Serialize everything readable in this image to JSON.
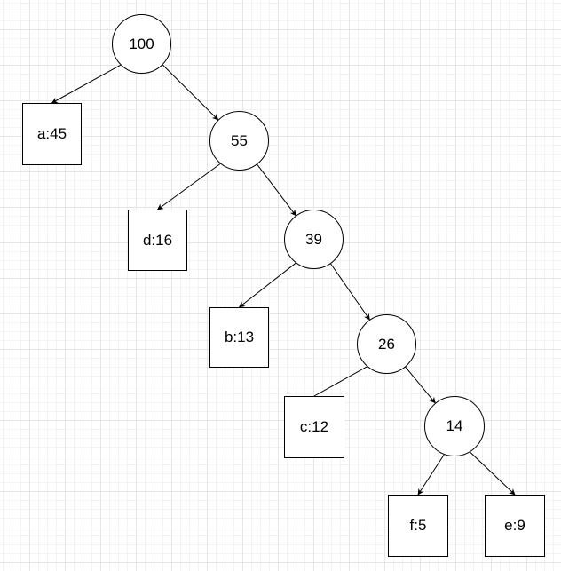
{
  "diagram": {
    "type": "tree",
    "nodes": [
      {
        "id": "n100",
        "label": "100",
        "shape": "circle"
      },
      {
        "id": "a45",
        "label": "a:45",
        "shape": "box"
      },
      {
        "id": "n55",
        "label": "55",
        "shape": "circle"
      },
      {
        "id": "d16",
        "label": "d:16",
        "shape": "box"
      },
      {
        "id": "n39",
        "label": "39",
        "shape": "circle"
      },
      {
        "id": "b13",
        "label": "b:13",
        "shape": "box"
      },
      {
        "id": "n26",
        "label": "26",
        "shape": "circle"
      },
      {
        "id": "c12",
        "label": "c:12",
        "shape": "box"
      },
      {
        "id": "n14",
        "label": "14",
        "shape": "circle"
      },
      {
        "id": "f5",
        "label": "f:5",
        "shape": "box"
      },
      {
        "id": "e9",
        "label": "e:9",
        "shape": "box"
      }
    ],
    "edges": [
      {
        "from": "n100",
        "to": "a45",
        "arrow": true
      },
      {
        "from": "n100",
        "to": "n55",
        "arrow": true
      },
      {
        "from": "n55",
        "to": "d16",
        "arrow": true
      },
      {
        "from": "n55",
        "to": "n39",
        "arrow": true
      },
      {
        "from": "n39",
        "to": "b13",
        "arrow": true
      },
      {
        "from": "n39",
        "to": "n26",
        "arrow": true
      },
      {
        "from": "n26",
        "to": "c12",
        "arrow": false
      },
      {
        "from": "n26",
        "to": "n14",
        "arrow": true
      },
      {
        "from": "n14",
        "to": "f5",
        "arrow": true
      },
      {
        "from": "n14",
        "to": "e9",
        "arrow": true
      }
    ]
  }
}
